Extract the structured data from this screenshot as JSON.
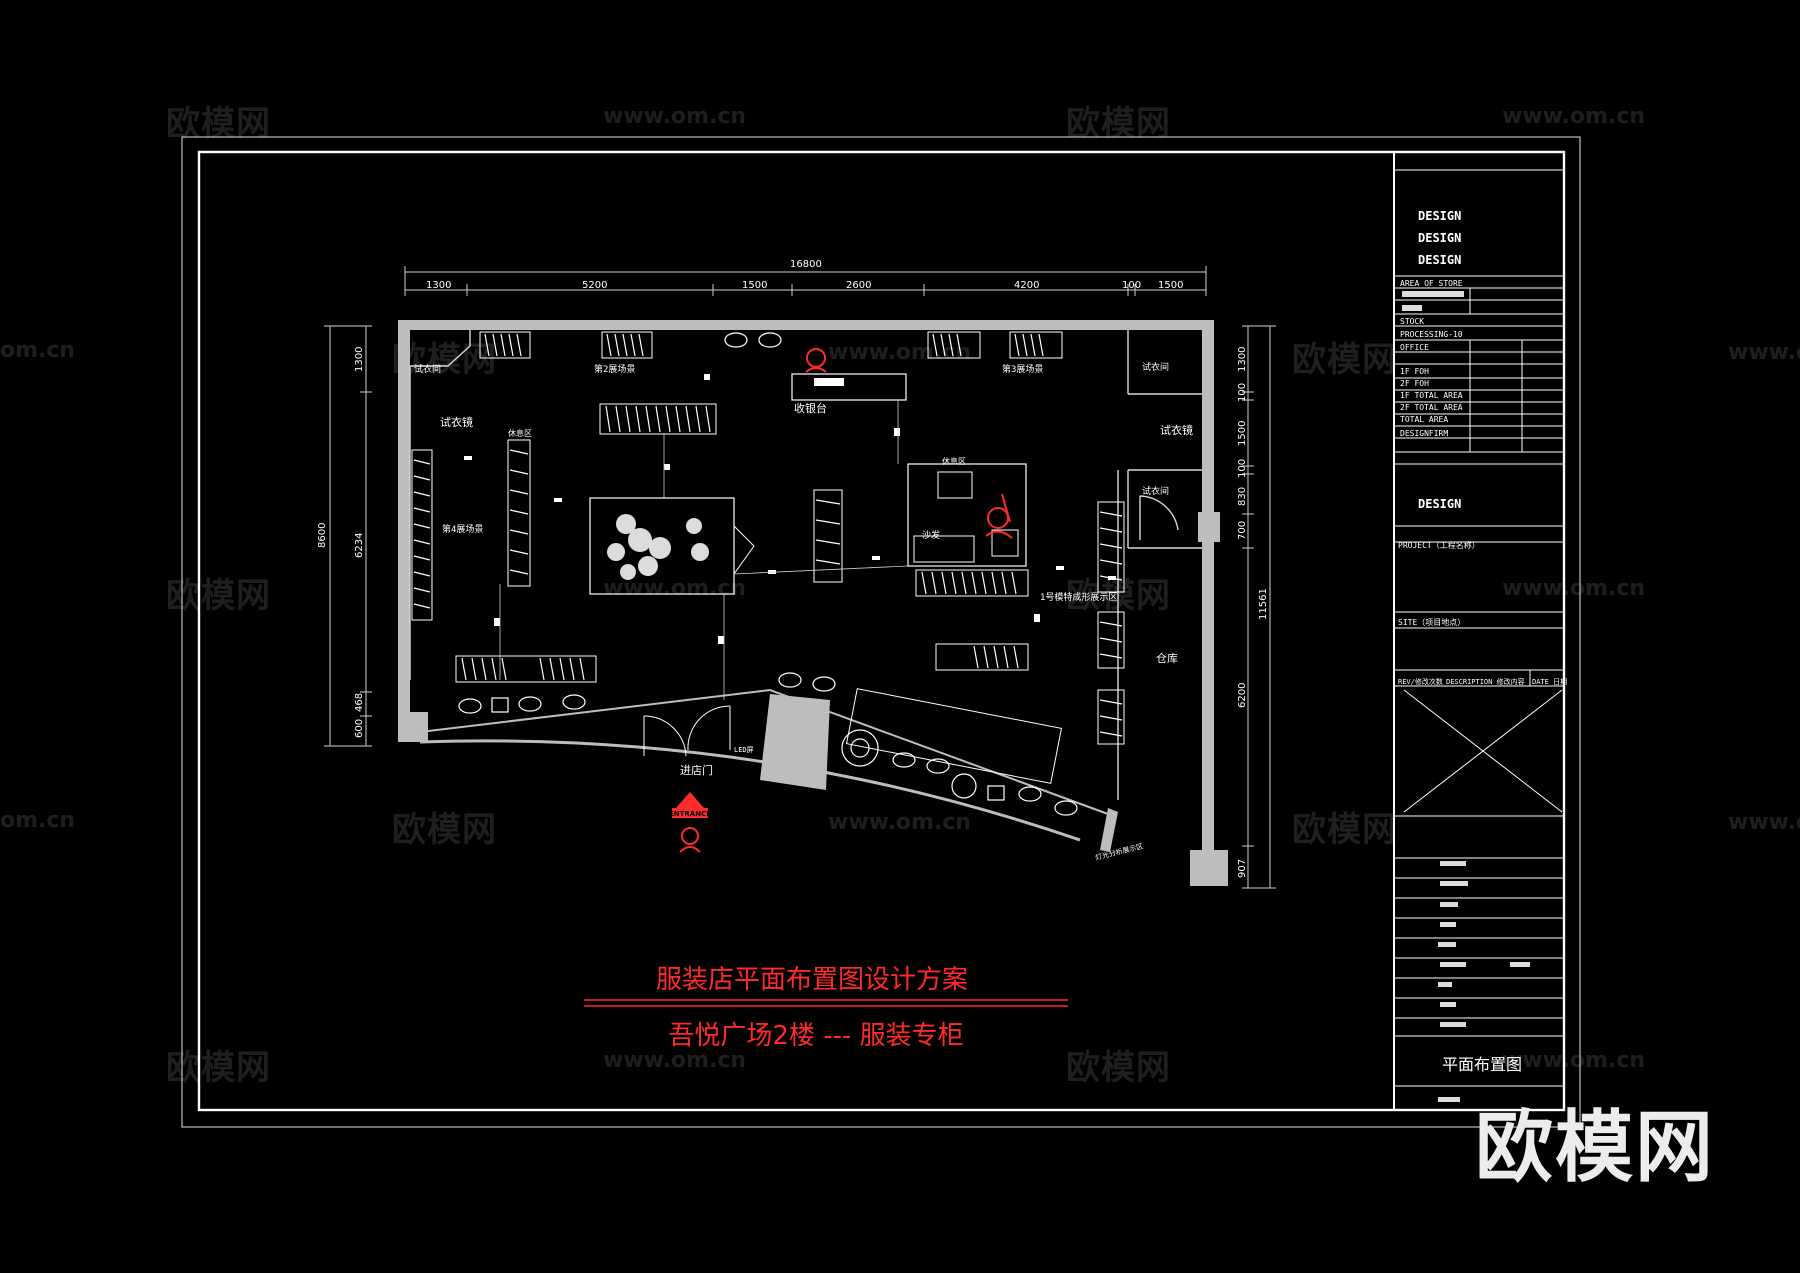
{
  "watermarks": {
    "site_name": "欧模网",
    "site_url": "www.om.cn",
    "edge_url": "om.cn",
    "edge_url_right": "www.o"
  },
  "brand_logo": "欧模网",
  "drawing": {
    "overall_dimension": "16800",
    "top_dimensions": [
      "1300",
      "5200",
      "1500",
      "2600",
      "4200",
      "100",
      "1500"
    ],
    "left_dimensions": [
      "1300",
      "6234",
      "468",
      "600"
    ],
    "left_overall": "8600",
    "right_dimensions": [
      "1300",
      "100",
      "1500",
      "100",
      "830",
      "700"
    ],
    "right_overall": "11561",
    "right_lower": [
      "6200",
      "907"
    ],
    "labels": {
      "fitting_mirror_left": "试衣镜",
      "fitting_mirror_right": "试衣镜",
      "fitting_room_top_left": "试衣间",
      "fitting_room_top_right": "试衣间",
      "fitting_room_mid_right": "试衣间",
      "scene_2": "第2展场景",
      "scene_3": "第3展场景",
      "scene_4": "第4展场景",
      "rest_area_left": "休息区",
      "rest_area_right": "休息区",
      "sofa": "沙发",
      "cashier": "收银台",
      "warehouse": "仓库",
      "display_note": "1号模特成形展示区",
      "entrance_door": "进店门",
      "led_screen": "LED屏",
      "entrance_badge": "ENTRANCE",
      "bottom_note": "灯光分析展示区"
    }
  },
  "title_block": {
    "design_lines": [
      "DESIGN",
      "DESIGN",
      "DESIGN"
    ],
    "area_of_store": "AREA OF STORE",
    "stock": "STOCK",
    "process": "PROCESSING-10",
    "office": "OFFICE",
    "foh_1": "1F FOH",
    "foh_2": "2F FOH",
    "total_1": "1F TOTAL AREA",
    "total_2": "2F TOTAL AREA",
    "total_area": "TOTAL AREA",
    "design_firm": "DESIGNFIRM",
    "design_bottom": "DESIGN",
    "project": "PROJECT（工程名称）",
    "site": "SITE（项目地点）",
    "rev_row": [
      "REV/修改次数",
      "DESCRIPTION 修改内容",
      "DATE 日期"
    ],
    "drawing_name": "平面布置图"
  },
  "titles": {
    "main": "服装店平面布置图设计方案",
    "subtitle": "吾悦广场2楼 --- 服装专柜"
  }
}
